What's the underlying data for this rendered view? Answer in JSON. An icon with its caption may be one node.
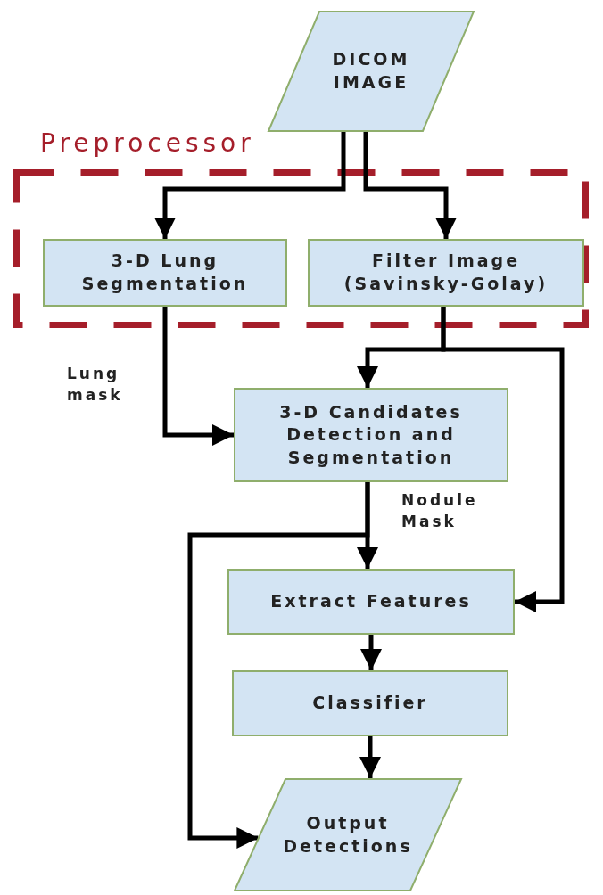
{
  "diagram": {
    "nodes": [
      {
        "text": [
          "DICOM IMAGE"
        ]
      },
      {
        "text": [
          "Preprocessor"
        ]
      },
      {
        "text": [
          "3-D Lung Segmentation"
        ],
        "in": 1
      },
      {
        "text": [
          "Filter Image (Savinsky-Golay)"
        ],
        "in": 1
      },
      {
        "text": [
          "3-D Candidates Detection and Segmentation"
        ]
      },
      {
        "text": [
          "Extract Features"
        ]
      },
      {
        "text": [
          "Classifier"
        ]
      },
      {
        "text": [
          "Output Detections"
        ]
      }
    ],
    "edges": [
      {
        "from": 0,
        "to": 2,
        "arrow": "to"
      },
      {
        "from": 0,
        "to": 3,
        "arrow": "to"
      },
      {
        "from": 2,
        "to": 4,
        "arrow": "to",
        "label": "Lung mask"
      },
      {
        "from": 3,
        "to": 4,
        "arrow": "to"
      },
      {
        "from": 3,
        "to": 5,
        "arrow": "to"
      },
      {
        "from": 4,
        "to": 5,
        "arrow": "to",
        "label": "Nodule Mask"
      },
      {
        "from": 4,
        "to": 7,
        "arrow": "to"
      },
      {
        "from": 5,
        "to": 6,
        "arrow": "to"
      },
      {
        "from": 6,
        "to": 7,
        "arrow": "to"
      }
    ]
  }
}
